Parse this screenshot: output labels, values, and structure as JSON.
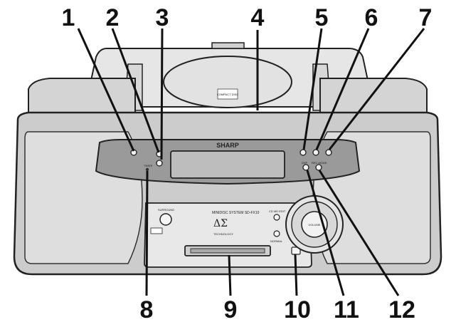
{
  "device": {
    "brand": "SHARP",
    "model_text": "MINIDISC SYSTEM SD-FX10",
    "technology_text": "TECHNOLOGY",
    "surround_label": "SURROUND",
    "volume_label": "VOLUME",
    "cd_md_edit_label": "CD MD EDIT",
    "normal_label": "NORMAL",
    "timer_label": "TIMER",
    "rec_mode_label": "REC MODE",
    "dsp_label": "DSP",
    "delta_logo": "ΔΣ",
    "cd_logo": "COMPACT DISC"
  },
  "callouts": {
    "c1": "1",
    "c2": "2",
    "c3": "3",
    "c4": "4",
    "c5": "5",
    "c6": "6",
    "c7": "7",
    "c8": "8",
    "c9": "9",
    "c10": "10",
    "c11": "11",
    "c12": "12"
  }
}
